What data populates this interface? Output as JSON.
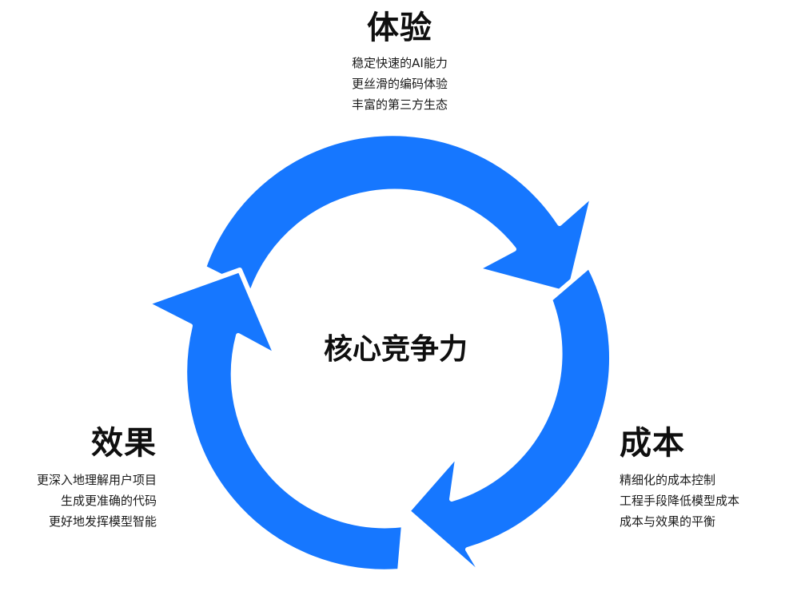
{
  "center": {
    "label": "核心竞争力"
  },
  "segments": [
    {
      "id": "experience",
      "title": "体验",
      "lines": [
        "稳定快速的AI能力",
        "更丝滑的编码体验",
        "丰富的第三方生态"
      ]
    },
    {
      "id": "cost",
      "title": "成本",
      "lines": [
        "精细化的成本控制",
        "工程手段降低模型成本",
        "成本与效果的平衡"
      ]
    },
    {
      "id": "effect",
      "title": "效果",
      "lines": [
        "更深入地理解用户项目",
        "生成更准确的代码",
        "更好地发挥模型智能"
      ]
    }
  ],
  "colors": {
    "arrow": "#1677FF",
    "text": "#111111",
    "background": "#ffffff"
  }
}
